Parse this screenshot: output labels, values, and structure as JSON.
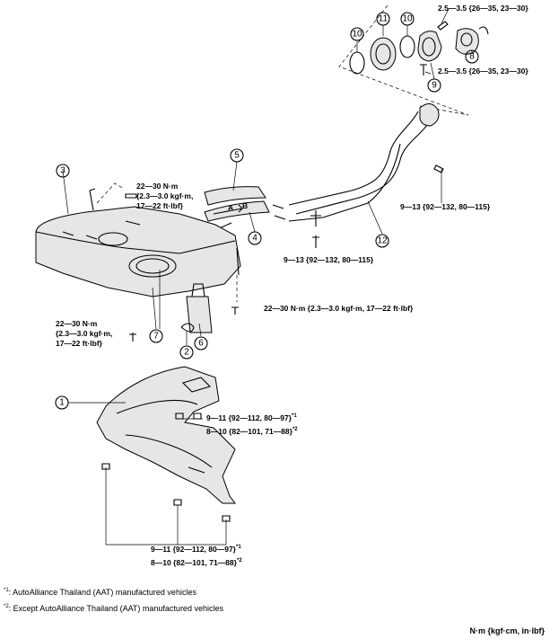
{
  "callouts": [
    "1",
    "2",
    "3",
    "4",
    "5",
    "6",
    "7",
    "8",
    "9",
    "10",
    "10",
    "11",
    "12"
  ],
  "torque": {
    "cap_upper": "2.5—3.5 {26—35, 23—30}",
    "cap_lower": "2.5—3.5 {26—35, 23—30}",
    "strap_top_1": "22—30 N·m",
    "strap_top_2": "{2.3—3.0 kgf·m,",
    "strap_top_3": "17—22 ft·lbf}",
    "filler_bracket": "9—13 {92—132, 80—115}",
    "filler_lower": "9—13 {92—132, 80—115}",
    "strap_right": "22—30 N·m {2.3—3.0 kgf·m, 17—22 ft·lbf}",
    "strap_left_1": "22—30 N·m",
    "strap_left_2": "{2.3—3.0 kgf·m,",
    "strap_left_3": "17—22 ft·lbf}",
    "shield_a_1": "9—11 {92—112, 80—97}",
    "shield_a_1_mark": "*1",
    "shield_a_2": "8—10 {82—101, 71—88}",
    "shield_a_2_mark": "*2",
    "shield_b_1": "9—11 {92—112, 80—97}",
    "shield_b_1_mark": "*1",
    "shield_b_2": "8—10 {82—101, 71—88}",
    "shield_b_2_mark": "*2"
  },
  "hose_labels": {
    "a": "A",
    "b": "B"
  },
  "footnotes": [
    {
      "mark": "*1",
      "text": ": AutoAlliance Thailand (AAT) manufactured vehicles"
    },
    {
      "mark": "*2",
      "text": ": Except AutoAlliance Thailand (AAT) manufactured vehicles"
    }
  ],
  "units": "N·m {kgf·cm, in·lbf}"
}
